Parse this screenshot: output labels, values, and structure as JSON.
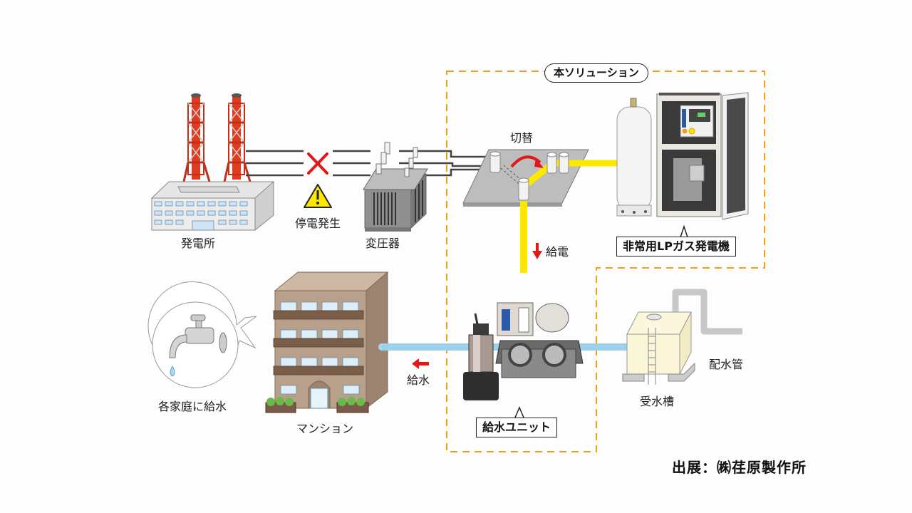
{
  "diagram": {
    "solution_label": "本ソリューション",
    "nodes": {
      "power_plant": {
        "label": "発電所"
      },
      "outage": {
        "label": "停電発生",
        "icon": "warning-icon",
        "mark": "x-mark"
      },
      "transformer": {
        "label": "変圧器"
      },
      "switch": {
        "label": "切替"
      },
      "generator": {
        "label": "非常用LPガス発電機"
      },
      "power_feed": {
        "label": "給電",
        "arrow": "down"
      },
      "supply_unit": {
        "label": "給水ユニット"
      },
      "receiving_tank": {
        "label": "受水槽"
      },
      "distribution_pipe": {
        "label": "配水管"
      },
      "water_feed": {
        "label": "給水",
        "arrow": "left"
      },
      "mansion": {
        "label": "マンション"
      },
      "households": {
        "label": "各家庭に給水"
      }
    },
    "credit": "出展：㈱荏原製作所",
    "colors": {
      "dashed_outline": "#f0a020",
      "power_line_backup": "#ffe800",
      "water_pipe": "#a8d8f0",
      "arrow_red": "#e01818",
      "tower_red": "#e03a20",
      "building_brown": "#b8a08a"
    }
  }
}
